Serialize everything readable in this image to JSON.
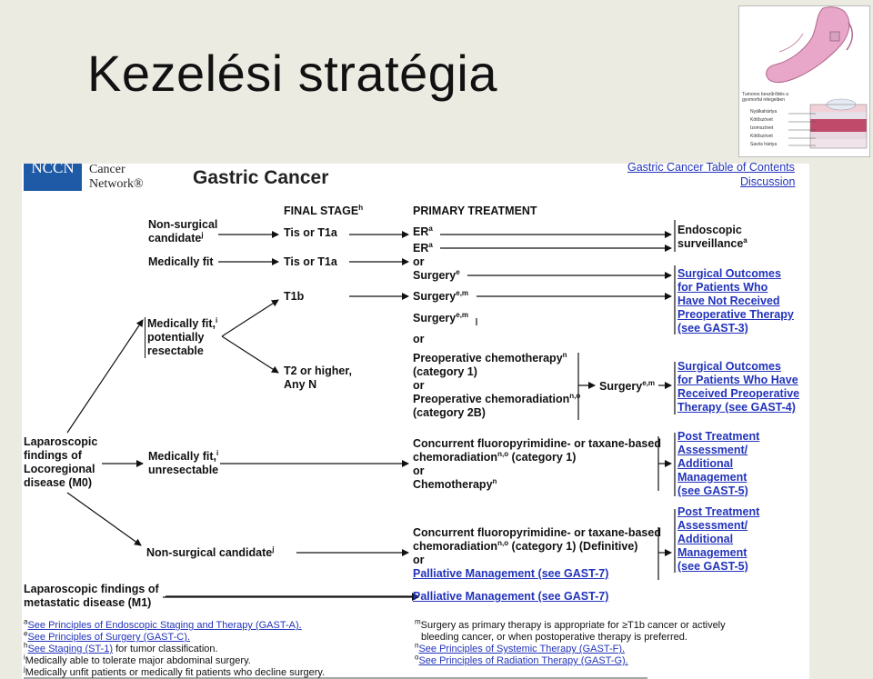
{
  "slide_title": "Kezelési stratégia",
  "stomach_labels": [
    "Tumoros beszűrődés a gyomorfal rétegeiben",
    "Nyálkahártya",
    "Kötőszövet",
    "Izomszövet",
    "Kötőszövet",
    "Savós hártya"
  ],
  "header": {
    "nccn": "NCCN",
    "network_line1": "Cancer",
    "network_line2": "Network®",
    "title": "Gastric Cancer",
    "toc_link": "Gastric Cancer Table of Contents",
    "discussion_link": "Discussion"
  },
  "columns": {
    "final_stage": "FINAL STAGE",
    "final_stage_sup": "h",
    "primary_treatment": "PRIMARY TREATMENT"
  },
  "left": {
    "laparoscopic_m0": [
      "Laparoscopic",
      "findings of",
      "Locoregional",
      "disease (M0)"
    ],
    "laparoscopic_m1": [
      "Laparoscopic findings of",
      "metastatic disease (M1)"
    ]
  },
  "middle": {
    "nonsurgical_candidate": [
      "Non-surgical",
      "candidate"
    ],
    "nonsurgical_sup": "j",
    "medically_fit": "Medically fit",
    "fit_resectable": [
      "Medically fit,",
      "potentially",
      "resectable"
    ],
    "fit_sup": "i",
    "fit_unresectable": [
      "Medically fit,",
      "unresectable"
    ],
    "nonsurgical_candidate_2": "Non-surgical candidate"
  },
  "stages": {
    "tis1": "Tis or T1a",
    "tis2": "Tis or T1a",
    "t1b": "T1b",
    "t2": [
      "T2 or higher,",
      "Any N"
    ]
  },
  "treatments": {
    "er1": "ER",
    "er2": "ER",
    "er_sup": "a",
    "or": "or",
    "surgery": "Surgery",
    "surgery_sup_e": "e",
    "surgery_sup_em": "e,m",
    "preop_chemo": "Preoperative chemotherapy",
    "preop_chemo_sup": "n",
    "cat1": "(category 1)",
    "preop_chemorad": "Preoperative chemoradiation",
    "preop_chemorad_sup": "n,o",
    "cat2b": "(category 2B)",
    "concurrent_line1": "Concurrent fluoropyrimidine- or taxane-based",
    "concurrent_line2a": "chemoradiation",
    "concurrent_line2b": " (category 1)",
    "concurrent_line2c": " (category 1) (Definitive)",
    "chemotherapy": "Chemotherapy",
    "palliative": "Palliative Management (see GAST-7)"
  },
  "outcomes": {
    "endoscopic": [
      "Endoscopic",
      "surveillance"
    ],
    "endo_sup": "a",
    "surg_not_received": [
      "Surgical Outcomes",
      "for Patients Who",
      "Have Not Received",
      "Preoperative Therapy",
      "(see GAST-3)"
    ],
    "surg_received": [
      "Surgical Outcomes",
      "for Patients Who Have",
      "Received Preoperative",
      "Therapy (see GAST-4)"
    ],
    "post_treatment": [
      "Post Treatment",
      "Assessment/",
      "Additional",
      "Management",
      "(see GAST-5)"
    ]
  },
  "footnotes": {
    "a": "See Principles of Endoscopic Staging and Therapy (GAST-A).",
    "e": "See Principles of Surgery (GAST-C).",
    "h_link": "See Staging (ST-1)",
    "h_rest": " for tumor classification.",
    "i": "Medically able to tolerate major abdominal surgery.",
    "j": "Medically unfit patients or medically fit patients who decline surgery.",
    "m1": "Surgery as primary therapy is appropriate for ≥T1b cancer or actively",
    "m2": "bleeding cancer, or when postoperative therapy is preferred.",
    "n": "See Principles of Systemic Therapy (GAST-F).",
    "o": "See Principles of Radiation Therapy (GAST-G)."
  }
}
